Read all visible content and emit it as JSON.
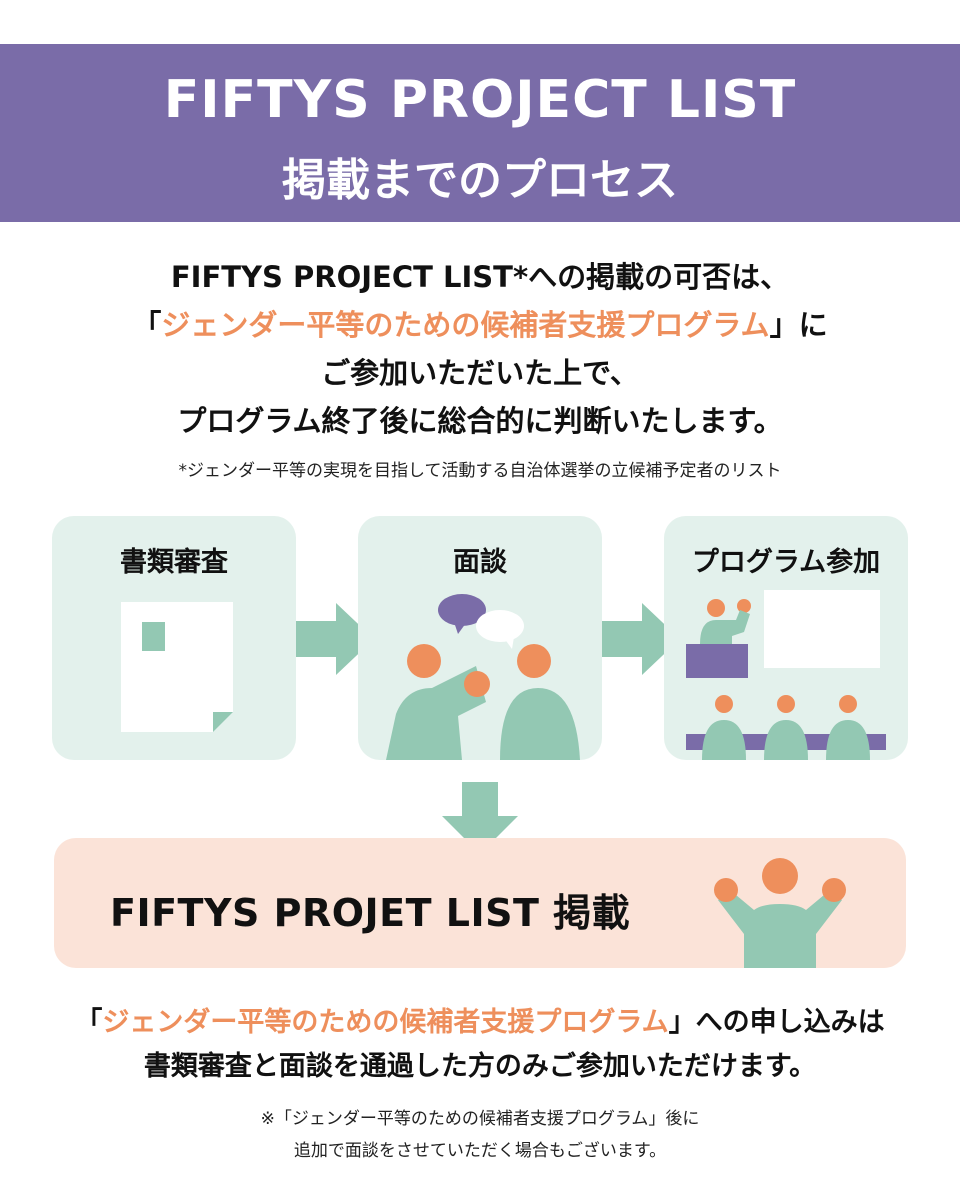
{
  "header": {
    "title": "FIFTYS PROJECT LIST",
    "subtitle": "掲載までのプロセス"
  },
  "intro": {
    "line1": "FIFTYS PROJECT LIST*への掲載の可否は、",
    "line2_open": "「",
    "line2_highlight": "ジェンダー平等のための候補者支援プログラム",
    "line2_close": "」に",
    "line3": "ご参加いただいた上で、",
    "line4": "プログラム終了後に総合的に判断いたします。"
  },
  "footnote": "*ジェンダー平等の実現を目指して活動する自治体選挙の立候補予定者のリスト",
  "steps": [
    {
      "label": "書類審査"
    },
    {
      "label": "面談"
    },
    {
      "label": "プログラム参加"
    }
  ],
  "result": {
    "label": "FIFTYS PROJET LIST 掲載"
  },
  "bottom": {
    "line1_open": "「",
    "line1_highlight": "ジェンダー平等のための候補者支援プログラム",
    "line1_rest": "」への申し込みは",
    "line2": "書類審査と面談を通過した方のみご参加いただけます。"
  },
  "note": {
    "line1": "※「ジェンダー平等のための候補者支援プログラム」後に",
    "line2": "追加で面談をさせていただく場合もございます。"
  },
  "colors": {
    "purple": "#7a6ca8",
    "orange": "#ee8f5c",
    "green": "#93c8b3",
    "light_green": "#e3f1ec",
    "light_peach": "#fbe3d8"
  }
}
